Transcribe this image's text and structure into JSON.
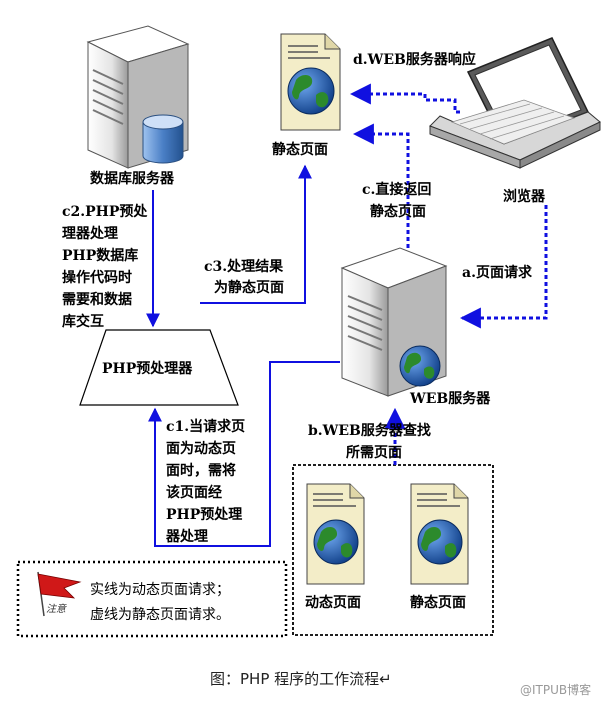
{
  "nodes": {
    "db_server": "数据库服务器",
    "static_page_top": "静态页面",
    "browser": "浏览器",
    "php_processor": "PHP预处理器",
    "web_server": "WEB服务器",
    "dynamic_page": "动态页面",
    "static_page_bottom": "静态页面"
  },
  "edges": {
    "d": "d.WEB服务器响应",
    "c_direct": [
      "c.直接返回",
      "静态页面"
    ],
    "c2": [
      "c2.PHP预处",
      "理器处理",
      "PHP数据库",
      "操作代码时",
      "需要和数据",
      "库交互"
    ],
    "c3": [
      "c3.处理结果",
      "为静态页面"
    ],
    "a": "a.页面请求",
    "c1": [
      "c1.当请求页",
      "面为动态页",
      "面时，需将",
      "该页面经",
      "PHP预处理",
      "器处理"
    ],
    "b": [
      "b.WEB服务器查找",
      "所需页面"
    ]
  },
  "legend": {
    "solid": "实线为动态页面请求；",
    "dotted": "虚线为静态页面请求。",
    "flag_text": "注意"
  },
  "caption": "图：PHP 程序的工作流程↵",
  "watermark": "@ITPUB博客",
  "colors": {
    "line": "#1010e0",
    "server_light": "#f2f2f2",
    "server_dark": "#9a9a9a",
    "db_blue": "#4a7fc6",
    "page_bg": "#f3edc8",
    "globe_sea": "#1c5fb8",
    "globe_land": "#2c8a2c"
  }
}
